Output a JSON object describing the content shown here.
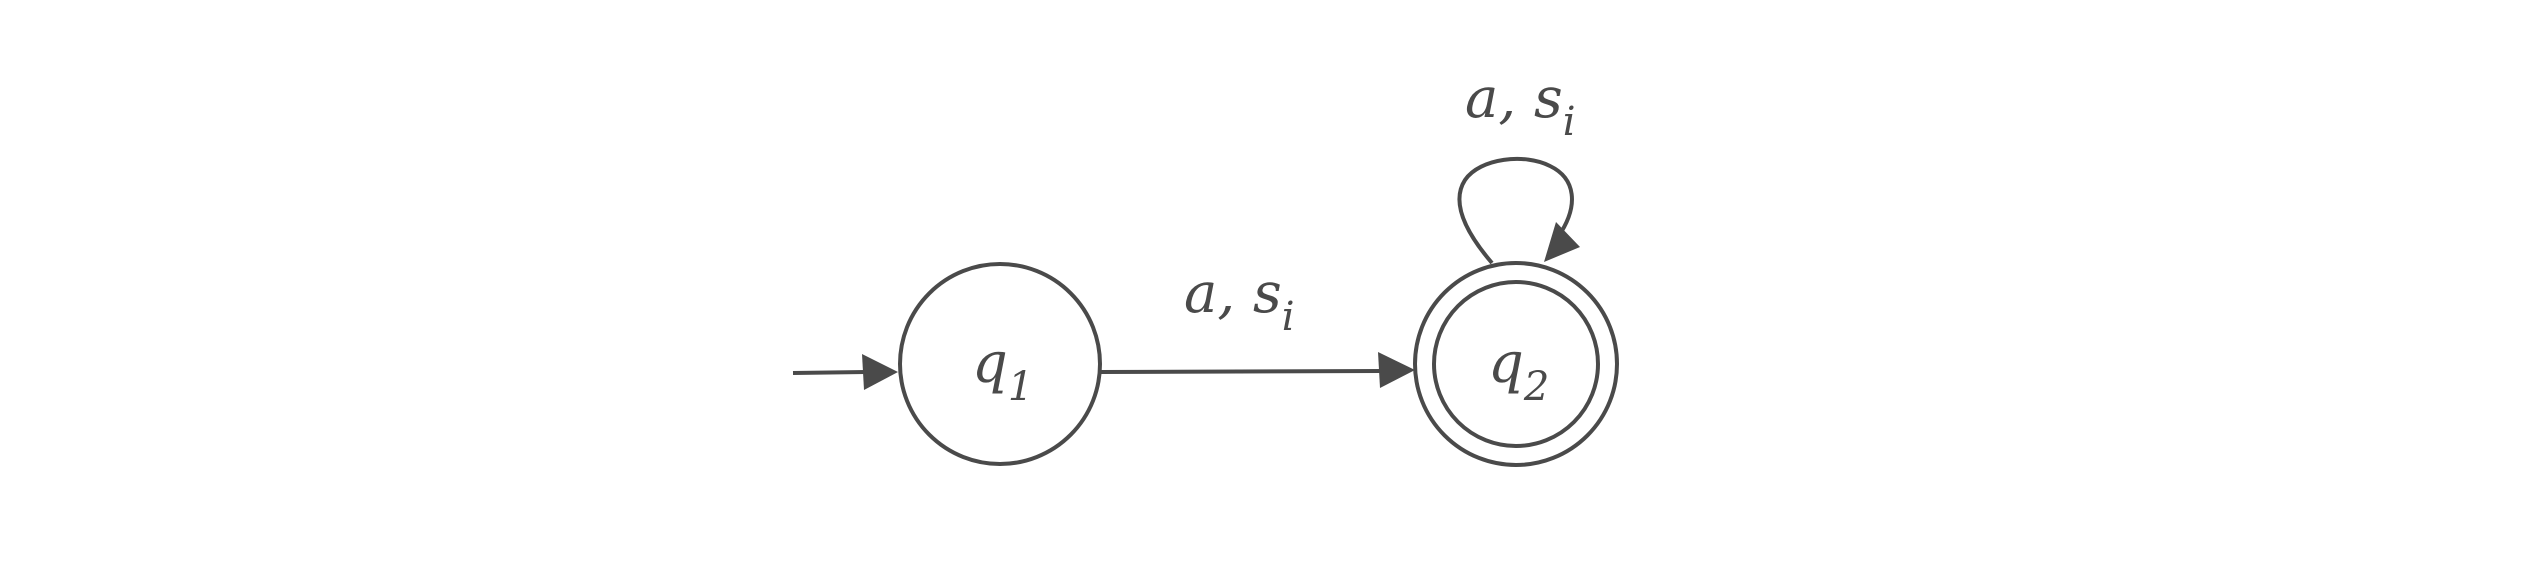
{
  "diagram": {
    "colors": {
      "stroke": "#4a4a4a",
      "background": "#ffffff"
    },
    "states": [
      {
        "id": "q1",
        "label": "q",
        "subscript": "1",
        "accepting": false,
        "initial": true
      },
      {
        "id": "q2",
        "label": "q",
        "subscript": "2",
        "accepting": true,
        "initial": false
      }
    ],
    "transitions": [
      {
        "from": "q1",
        "to": "q2",
        "label_main": "a, s",
        "label_sub": "i"
      },
      {
        "from": "q2",
        "to": "q2",
        "label_main": "a, s",
        "label_sub": "i"
      }
    ]
  }
}
